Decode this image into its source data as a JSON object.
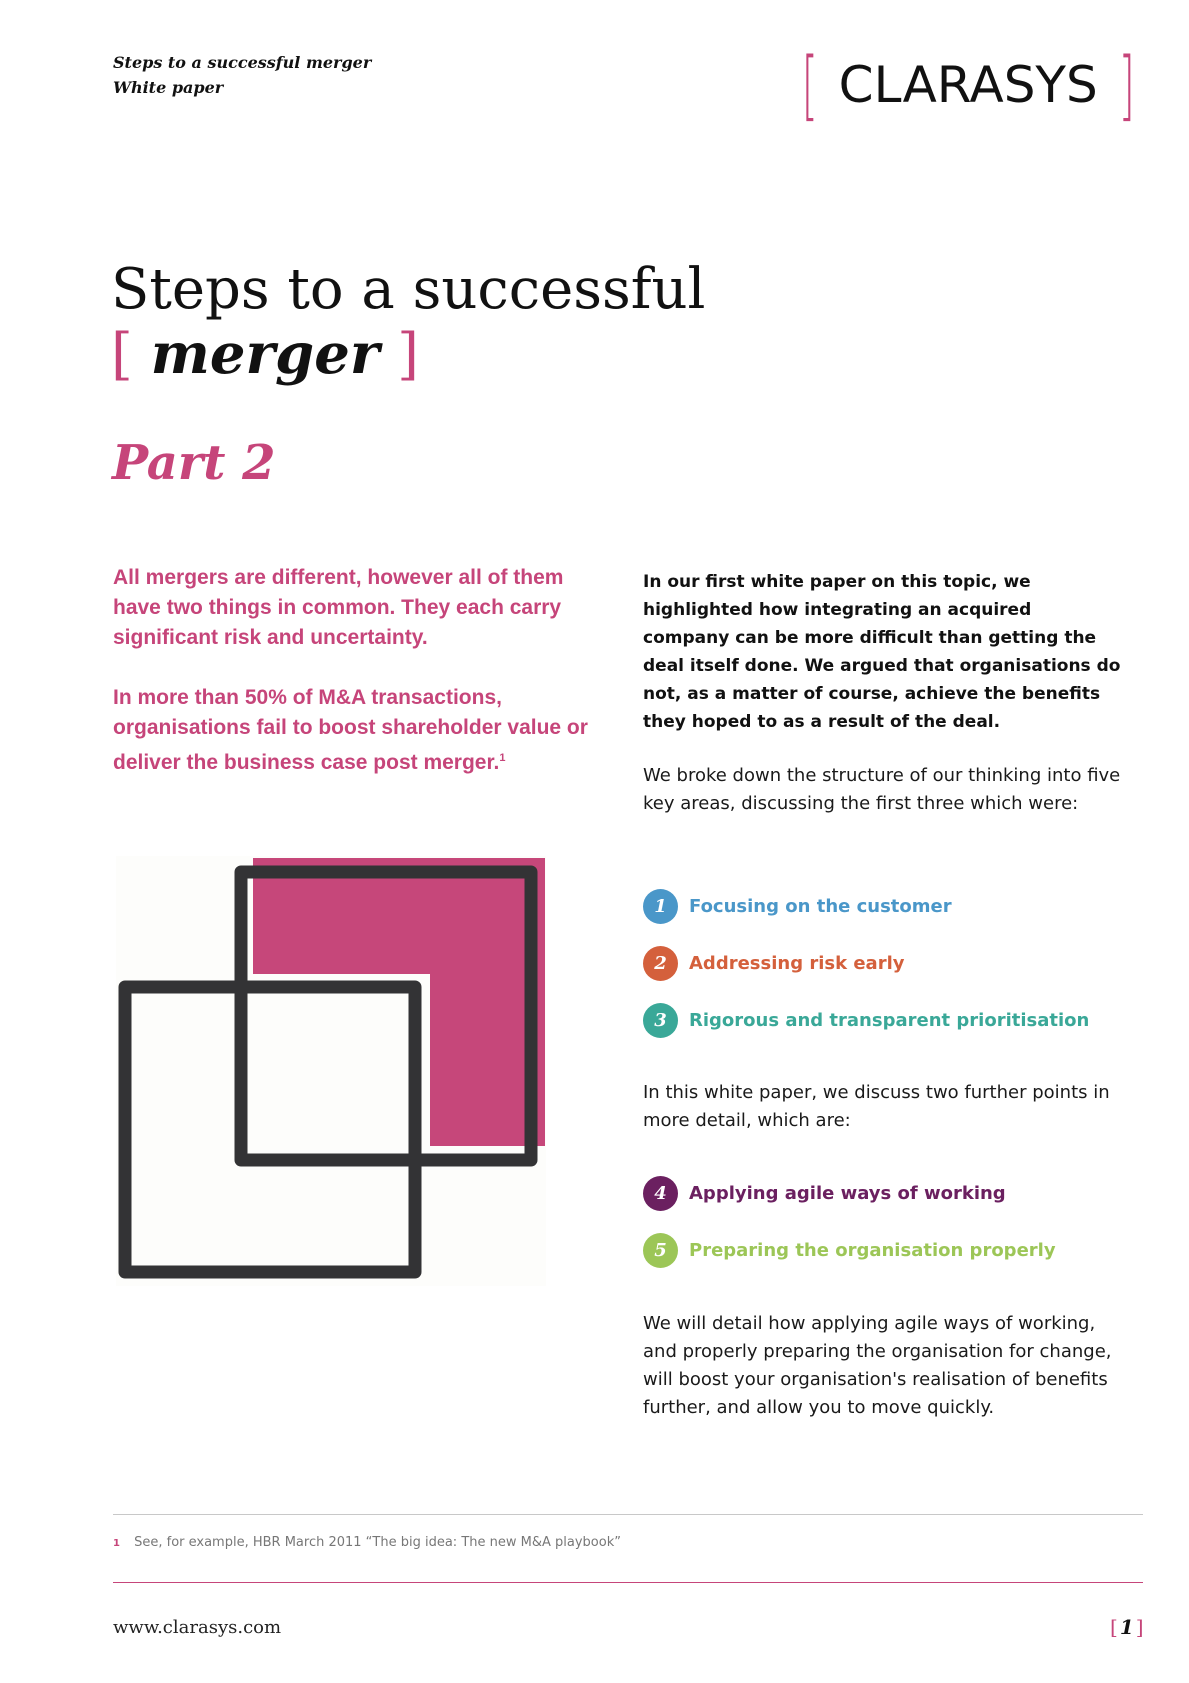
{
  "header": {
    "doc_title": "Steps to a successful merger",
    "doc_type": "White paper",
    "logo": {
      "bracket_open": "[",
      "brand": "CLARASYS",
      "bracket_close": "]"
    }
  },
  "title": {
    "line1": "Steps to a successful",
    "bracket_open": "[",
    "emphasis": "merger",
    "bracket_close": "]",
    "part": "Part 2"
  },
  "lead": {
    "paragraph1": "All mergers are different, however all of them have two things in common. They each carry significant risk and uncertainty.",
    "paragraph2": "In more than 50% of M&A transactions, organisations fail to boost shareholder value or deliver the business case post merger.",
    "footnote_ref": "1"
  },
  "main": {
    "intro": "In our first white paper on this topic, we highlighted how integrating an acquired company can be more difficult than getting the deal itself done. We argued that organisations do not, as a matter of course, achieve the benefits they hoped to as a result of the deal.",
    "paragraph_areas": "We broke down the structure of our thinking into five key areas, discussing the first three which were:",
    "first_areas": [
      {
        "number": "1",
        "label": "Focusing on the customer",
        "color": "#4a97c9"
      },
      {
        "number": "2",
        "label": "Addressing risk early",
        "color": "#d4603c"
      },
      {
        "number": "3",
        "label": "Rigorous and transparent prioritisation",
        "color": "#3aa898"
      }
    ],
    "paragraph_further": "In this white paper, we discuss two further points in more detail, which are:",
    "further_areas": [
      {
        "number": "4",
        "label": "Applying agile ways of working",
        "color": "#6b2060"
      },
      {
        "number": "5",
        "label": "Preparing the organisation properly",
        "color": "#9cc657"
      }
    ],
    "paragraph_closing": "We will detail how applying agile ways of working, and properly preparing the organisation for change, will boost your organisation's realisation of benefits further, and allow you to move quickly."
  },
  "footnote": {
    "number": "1",
    "text": "See, for example, HBR March 2011 “The big idea: The new M&A playbook”"
  },
  "footer": {
    "url": "www.clarasys.com",
    "page_bracket_open": "[",
    "page_number": "1",
    "page_bracket_close": "]"
  },
  "colors": {
    "accent": "#c6457a",
    "illustration_stroke": "#333335",
    "rule_grey": "#c8c8c8"
  }
}
